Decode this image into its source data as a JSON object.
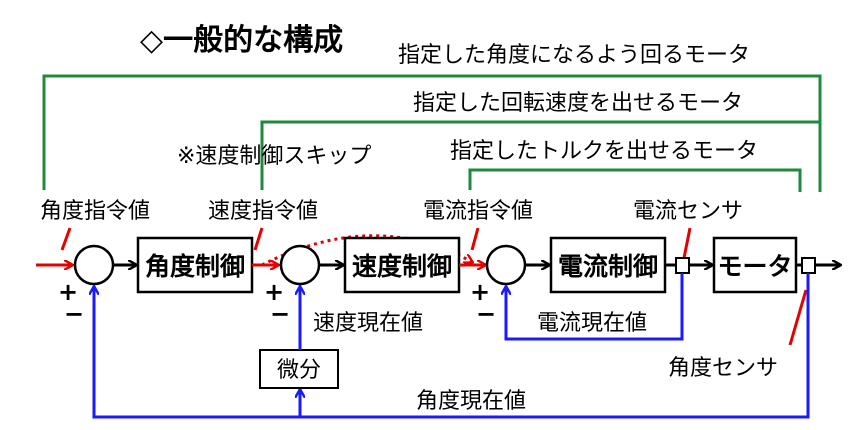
{
  "title": "◇一般的な構成",
  "loops": {
    "outer": "指定した角度になるよう回るモータ",
    "middle": "指定した回転速度を出せるモータ",
    "inner": "指定したトルクを出せるモータ"
  },
  "skip_note": "※速度制御スキップ",
  "inputs": {
    "angle_ref": "角度指令値",
    "speed_ref": "速度指令値",
    "current_ref": "電流指令値"
  },
  "blocks": {
    "angle_ctrl": "角度制御",
    "speed_ctrl": "速度制御",
    "current_ctrl": "電流制御",
    "motor": "モータ",
    "diff": "微分"
  },
  "sensors": {
    "current": "電流センサ",
    "angle": "角度センサ"
  },
  "feedback": {
    "speed": "速度現在値",
    "current": "電流現在値",
    "angle": "角度現在値"
  },
  "signs": {
    "plus": "+",
    "minus": "−"
  },
  "colors": {
    "green": "#1e8a3c",
    "blue": "#1a1aff",
    "red": "#e60000",
    "black": "#000000"
  }
}
